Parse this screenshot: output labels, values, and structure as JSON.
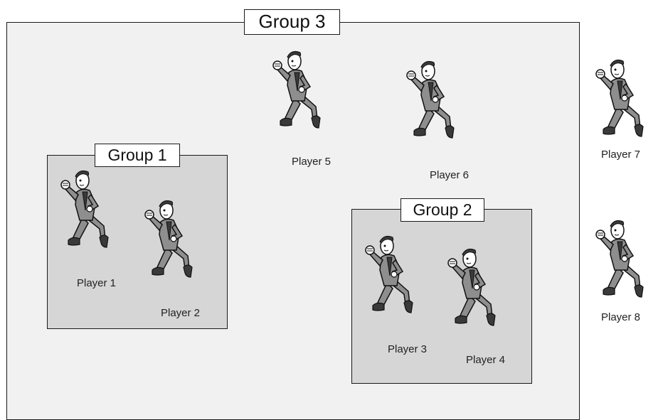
{
  "groups": {
    "group3": "Group 3",
    "group1": "Group 1",
    "group2": "Group 2"
  },
  "players": [
    "Player 1",
    "Player 2",
    "Player 3",
    "Player 4",
    "Player 5",
    "Player 6",
    "Player 7",
    "Player 8"
  ],
  "colors": {
    "outer_group_fill": "#f1f1f1",
    "inner_group_fill": "#d6d6d6",
    "figure_fill": "#8e8e8e",
    "figure_dark": "#3a3a3a"
  },
  "icons": {
    "player": "running-man-icon"
  }
}
